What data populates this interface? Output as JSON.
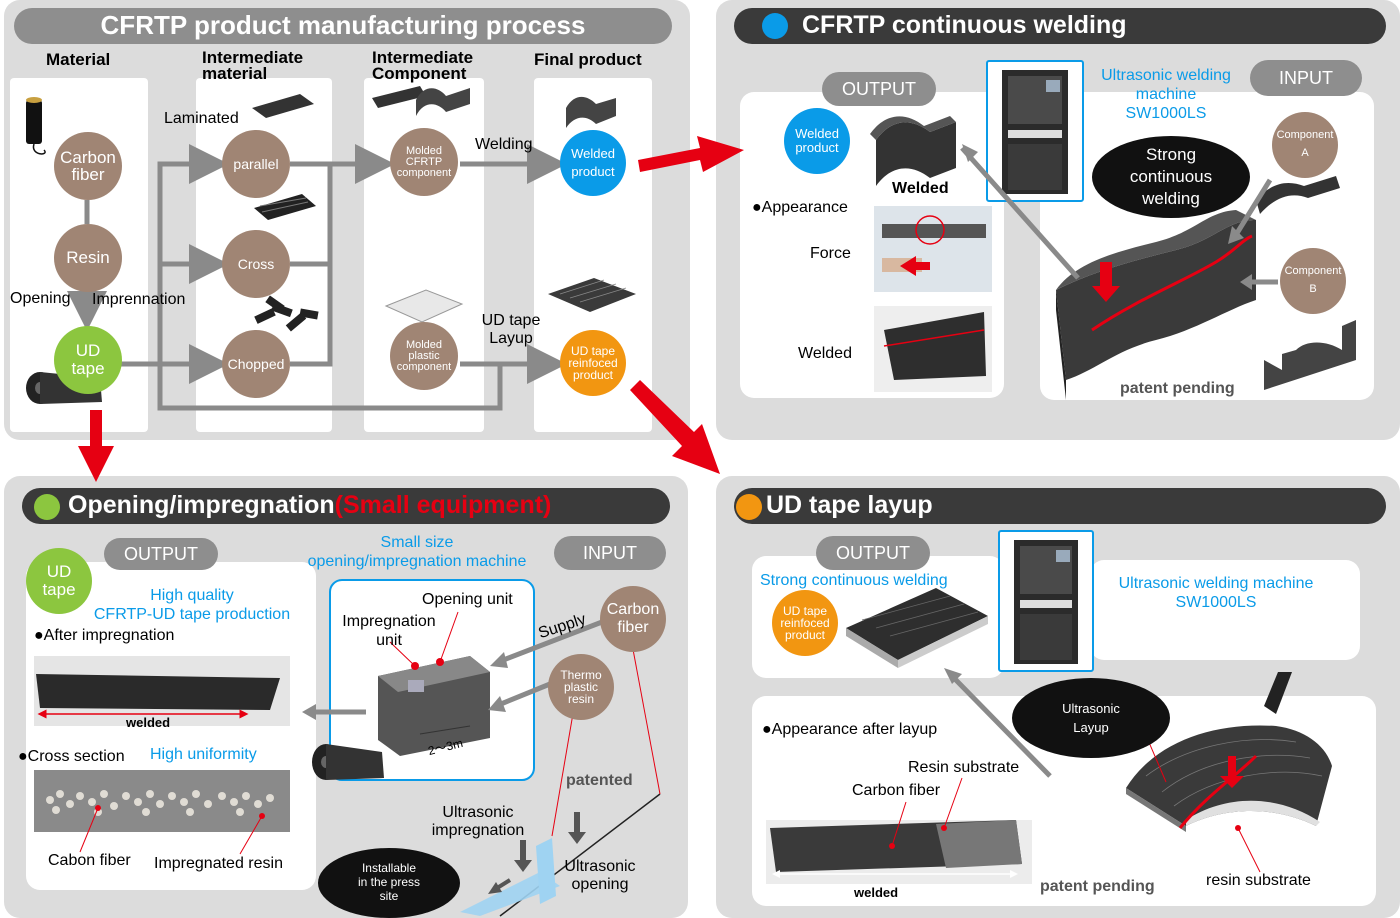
{
  "colors": {
    "panel_gray": "#dcdcdc",
    "title_dark": "#3a3a3a",
    "brown_node": "#a08574",
    "blue_node": "#0a9be8",
    "green_node": "#8cc63f",
    "orange_node": "#f29611",
    "arrow_red": "#e60012",
    "arrow_gray": "#8a8a8a",
    "accent_text_blue": "#0a9be8"
  },
  "process": {
    "title": "CFRTP product manufacturing process",
    "columns": {
      "material": "Material",
      "intermediate_material": "Intermediate\nmaterial",
      "intermediate_component": "Intermediate\nComponent",
      "final_product": "Final product"
    },
    "nodes": {
      "carbon_fiber": "Carbon\nfiber",
      "resin": "Resin",
      "ud_tape": "UD\ntape",
      "parallel": "parallel",
      "cross": "Cross",
      "chopped": "Chopped",
      "molded_cfrtp": "Molded\nCFRTP\ncomponent",
      "molded_plastic": "Molded\nplastic\ncomponent",
      "welded_product": "Welded\nproduct",
      "ud_reinforced": "UD tape\nreinfoced\nproduct"
    },
    "labels": {
      "laminated": "Laminated",
      "opening": "Opening",
      "imprennation": "Imprennation",
      "welding": "Welding",
      "ud_tape_layup": "UD tape\nLayup"
    }
  },
  "welding": {
    "title": "CFRTP continuous welding",
    "output": "OUTPUT",
    "input": "INPUT",
    "machine": "Ultrasonic welding\nmachine\nSW1000LS",
    "welded_product": "Welded\nproduct",
    "welded_top": "Welded",
    "appearance": "●Appearance",
    "force": "Force",
    "welded_bottom": "Welded",
    "strong": "Strong\ncontinuous\nwelding",
    "component_a": "Component\nA",
    "component_b": "Component\nB",
    "patent": "patent pending"
  },
  "opening": {
    "title": "Opening/impregnation",
    "title_accent": "(Small equipment)",
    "output": "OUTPUT",
    "input": "INPUT",
    "ud_tape": "UD\ntape",
    "high_quality": "High quality\nCFRTP-UD tape production",
    "after": "●After impregnation",
    "welded": "welded",
    "cross_section": "●Cross section",
    "high_uniformity": "High uniformity",
    "cabon_fiber": "Cabon fiber",
    "impregnated_resin": "Impregnated resin",
    "machine": "Small size\nopening/impregnation machine",
    "opening_unit": "Opening unit",
    "impregnation_unit": "Impregnation\nunit",
    "dimension": "2～3m",
    "supply": "Supply",
    "carbon_fiber": "Carbon\nfiber",
    "thermo": "Thermo\nplastic\nresin",
    "patented": "patented",
    "ultrasonic_impregnation": "Ultrasonic\nimpregnation",
    "ultrasonic_opening": "Ultrasonic\nopening",
    "installable": "Installable\nin the press\nsite"
  },
  "layup": {
    "title": "UD tape layup",
    "output": "OUTPUT",
    "strong": "Strong continuous welding",
    "ud_reinforced": "UD tape\nreinfoced\nproduct",
    "machine": "Ultrasonic welding machine\nSW1000LS",
    "ultrasonic_layup": "Ultrasonic\nLayup",
    "appearance": "●Appearance after layup",
    "resin_substrate_top": "Resin substrate",
    "carbon_fiber": "Carbon fiber",
    "welded": "welded",
    "patent": "patent pending",
    "resin_substrate_bottom": "resin substrate"
  }
}
